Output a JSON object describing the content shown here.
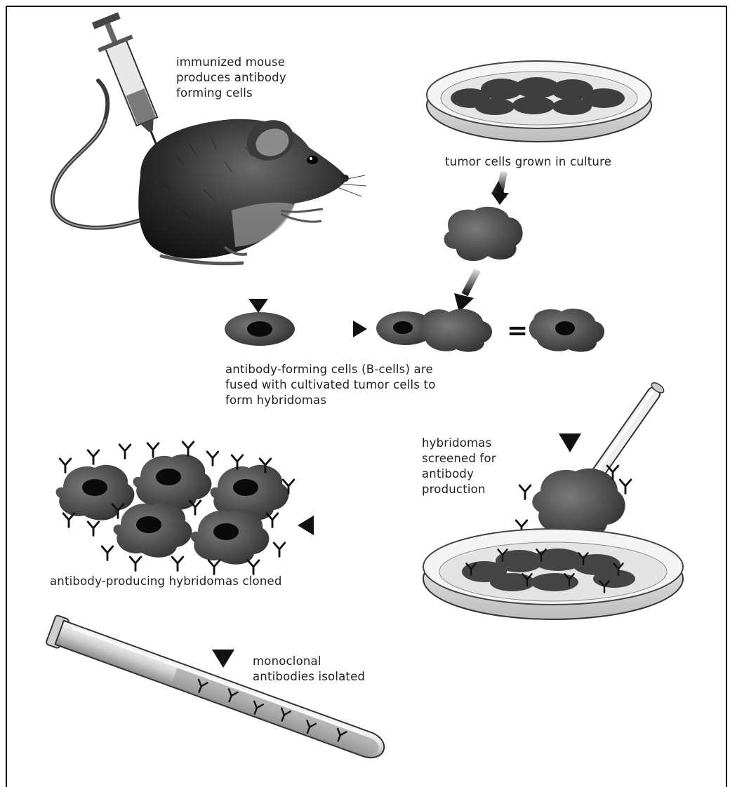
{
  "labels": {
    "immunized": [
      "immunized mouse",
      "produces antibody",
      "forming cells"
    ],
    "tumor": [
      "tumor cells grown in culture"
    ],
    "fused": [
      "antibody-forming cells (B-cells) are",
      "fused with cultivated tumor cells to",
      "form hybridomas"
    ],
    "screened": [
      "hybridomas",
      "screened for",
      "antibody",
      "production"
    ],
    "cloned": [
      "antibody-producing hybridomas cloned"
    ],
    "isolated": [
      "monoclonal",
      "antibodies isolated"
    ]
  },
  "symbols": {
    "equals": "="
  },
  "colors": {
    "ink": "#1a1a1a",
    "cell_body": "#5a5a5a",
    "cell_dark": "#2c2c2c",
    "nucleus": "#0a0a0a",
    "arrow": "#111111",
    "glass": "#d9d9d9"
  }
}
